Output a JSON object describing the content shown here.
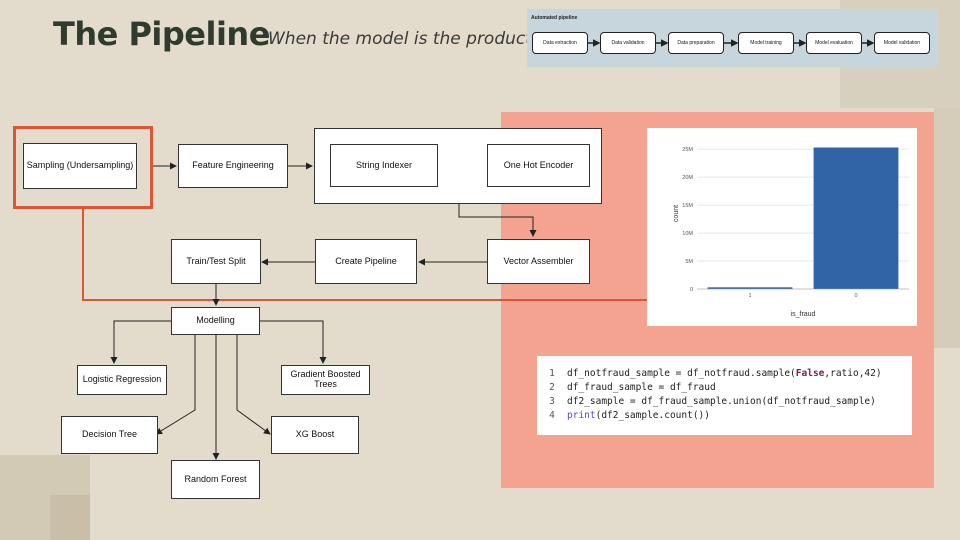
{
  "header": {
    "title": "The Pipeline",
    "subtitle": "When the model is the product"
  },
  "automated_pipeline": {
    "title": "Automated pipeline",
    "steps": [
      "Data extraction",
      "Data validation",
      "Data preparation",
      "Model training",
      "Model evaluation",
      "Model validation"
    ]
  },
  "nodes": {
    "sampling": "Sampling (Undersampling)",
    "feature_engineering": "Feature Engineering",
    "string_indexer": "String Indexer",
    "one_hot_encoder": "One Hot Encoder",
    "vector_assembler": "Vector Assembler",
    "create_pipeline": "Create Pipeline",
    "train_test_split": "Train/Test Split",
    "modelling": "Modelling",
    "logistic_regression": "Logistic Regression",
    "gradient_boosted_trees": "Gradient Boosted Trees",
    "decision_tree": "Decision Tree",
    "xg_boost": "XG Boost",
    "random_forest": "Random Forest"
  },
  "chart_data": {
    "type": "bar",
    "categories": [
      "1",
      "0"
    ],
    "values": [
      300000,
      25300000
    ],
    "ylabel": "count",
    "xlabel": "is_fraud",
    "ylim": [
      0,
      27000000
    ],
    "yticks": [
      0,
      5000000,
      10000000,
      15000000,
      20000000,
      25000000
    ],
    "ytick_labels": [
      "0",
      "5M",
      "10M",
      "15M",
      "20M",
      "25M"
    ],
    "bar_color": "#2f64a6"
  },
  "code": {
    "lines": [
      {
        "n": "1",
        "parts": [
          {
            "t": "df_notfraud_sample = df_notfraud.sample(",
            "k": "plain"
          },
          {
            "t": "False",
            "k": "kw"
          },
          {
            "t": ",ratio,42)",
            "k": "plain"
          }
        ]
      },
      {
        "n": "2",
        "parts": [
          {
            "t": "df_fraud_sample = df_fraud",
            "k": "plain"
          }
        ]
      },
      {
        "n": "3",
        "parts": [
          {
            "t": "df2_sample = df_fraud_sample.union(df_notfraud_sample)",
            "k": "plain"
          }
        ]
      },
      {
        "n": "4",
        "parts": [
          {
            "t": "print",
            "k": "fn"
          },
          {
            "t": "(df2_sample.count())",
            "k": "plain"
          }
        ]
      }
    ]
  },
  "colors": {
    "highlight": "#dc5634",
    "panel": "#f4a390",
    "keyword": "#7a1d56",
    "builtin": "#6f42c1"
  }
}
